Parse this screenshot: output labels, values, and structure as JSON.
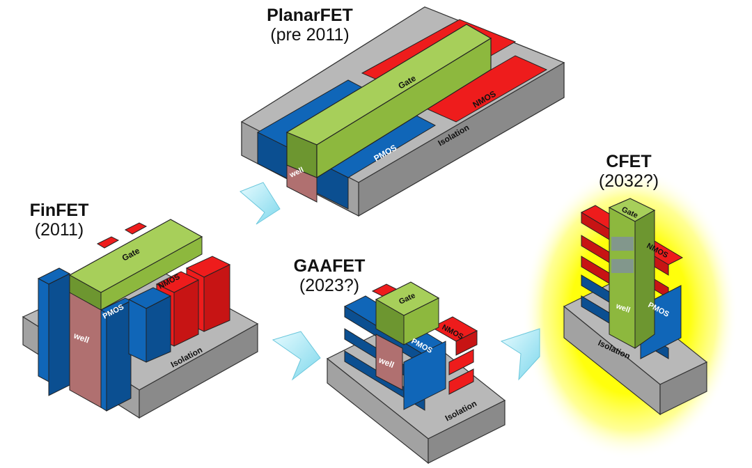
{
  "planar": {
    "title": "PlanarFET",
    "year": "(pre 2011)",
    "gate": "Gate",
    "nmos": "NMOS",
    "pmos": "PMOS",
    "isolation": "Isolation",
    "well": "well"
  },
  "finfet": {
    "title": "FinFET",
    "year": "(2011)",
    "gate": "Gate",
    "nmos": "NMOS",
    "pmos": "PMOS",
    "isolation": "Isolation",
    "well": "well"
  },
  "gaafet": {
    "title": "GAAFET",
    "year": "(2023?)",
    "gate": "Gate",
    "nmos": "NMOS",
    "pmos": "PMOS",
    "isolation": "Isolation",
    "well": "well"
  },
  "cfet": {
    "title": "CFET",
    "year": "(2032?)",
    "gate": "Gate",
    "nmos": "NMOS",
    "pmos": "PMOS",
    "isolation": "Isolation",
    "well": "well"
  },
  "colors": {
    "gate": "#8db83e",
    "nmos": "#ee1c1c",
    "pmos": "#1066b8",
    "isolation": "#a8a8a8",
    "well": "#b07070",
    "arrow": "#9fe6f2",
    "glow": "#ffff00"
  }
}
